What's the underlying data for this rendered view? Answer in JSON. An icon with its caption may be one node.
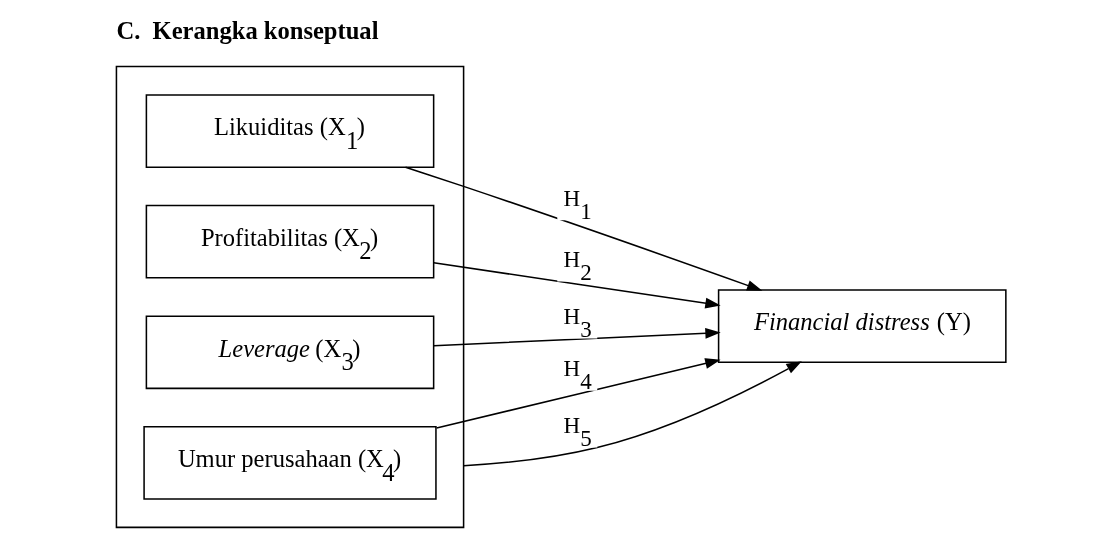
{
  "diagram": {
    "title": "C.  Kerangka konseptual",
    "nodes": [
      {
        "text": [],
        "shape": "box"
      },
      {
        "text": [
          "Likuiditas (X$_{1}$)"
        ],
        "in": 0
      },
      {
        "text": [
          "Profitabilitas (X$_{2}$)"
        ],
        "in": 0
      },
      {
        "text": [
          "*Leverage* (X$_{3}$)"
        ],
        "in": 0
      },
      {
        "text": [
          "Umur perusahaan (X$_{4}$)"
        ],
        "in": 0
      },
      {
        "text": [
          "*Financial distress* (Y)"
        ]
      }
    ],
    "edges": [
      {
        "from": 1,
        "to": 5,
        "arrow": "to",
        "label": "H$_{1}$"
      },
      {
        "from": 2,
        "to": 5,
        "arrow": "to",
        "label": "H$_{2}$"
      },
      {
        "from": 3,
        "to": 5,
        "arrow": "to",
        "label": "H$_{3}$"
      },
      {
        "from": 4,
        "to": 5,
        "arrow": "to",
        "label": "H$_{4}$"
      },
      {
        "from": 0,
        "to": 5,
        "arrow": "to",
        "label": "H$_{5}$"
      }
    ]
  }
}
